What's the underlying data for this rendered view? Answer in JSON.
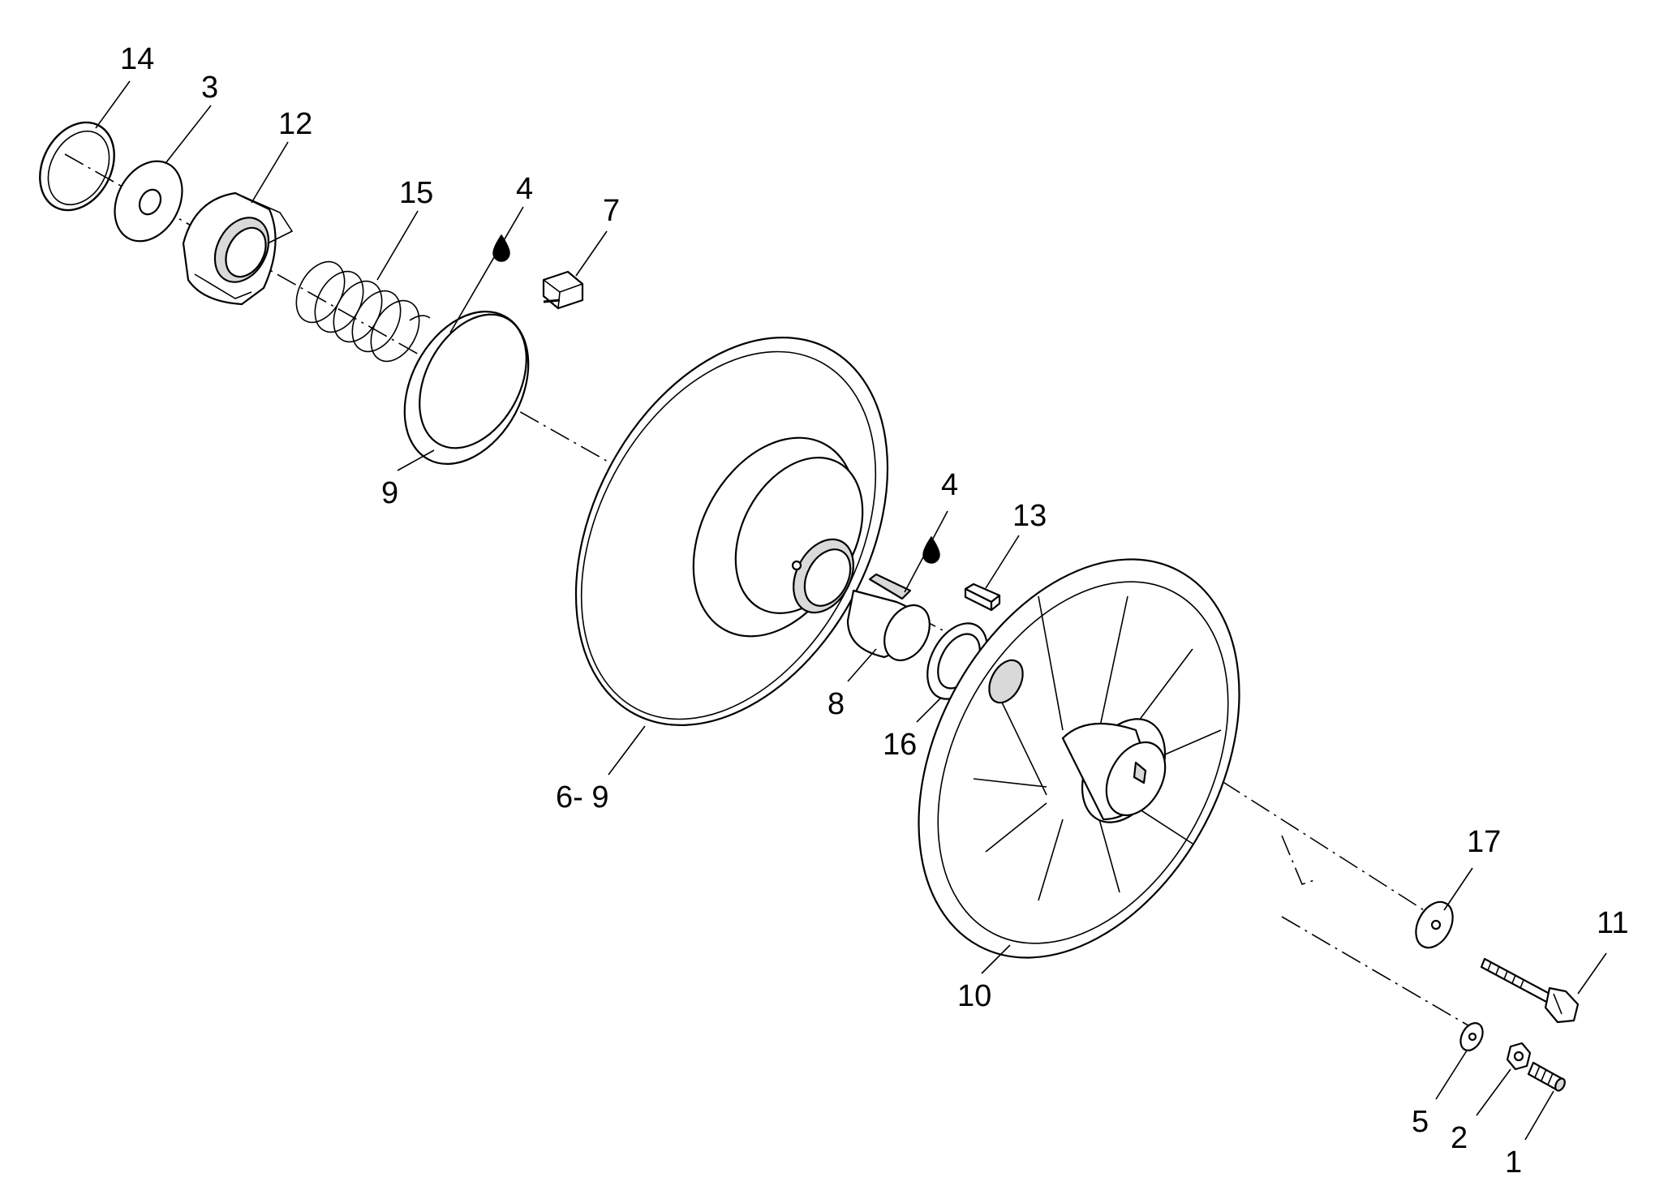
{
  "callouts": [
    {
      "id": "c14",
      "text": "14"
    },
    {
      "id": "c3",
      "text": "3"
    },
    {
      "id": "c12",
      "text": "12"
    },
    {
      "id": "c15",
      "text": "15"
    },
    {
      "id": "c4a",
      "text": "4"
    },
    {
      "id": "c7",
      "text": "7"
    },
    {
      "id": "c9",
      "text": "9"
    },
    {
      "id": "c4b",
      "text": "4"
    },
    {
      "id": "c13",
      "text": "13"
    },
    {
      "id": "c8",
      "text": "8"
    },
    {
      "id": "c16",
      "text": "16"
    },
    {
      "id": "c69",
      "text": "6- 9"
    },
    {
      "id": "c17",
      "text": "17"
    },
    {
      "id": "c11",
      "text": "11"
    },
    {
      "id": "c10",
      "text": "10"
    },
    {
      "id": "c5",
      "text": "5"
    },
    {
      "id": "c2",
      "text": "2"
    },
    {
      "id": "c1",
      "text": "1"
    }
  ],
  "icons": {
    "lubricant": "oil-drop-icon"
  },
  "colors": {
    "line": "#000000",
    "background": "#ffffff"
  }
}
